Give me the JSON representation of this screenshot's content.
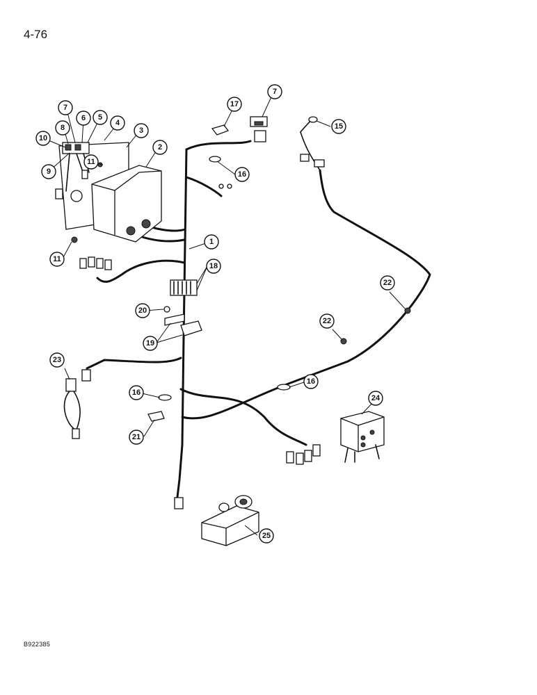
{
  "page": {
    "number": "4-76",
    "drawing_code": "B922385"
  },
  "callouts": [
    "1",
    "2",
    "3",
    "4",
    "5",
    "6",
    "7",
    "7",
    "8",
    "9",
    "10",
    "11",
    "11",
    "15",
    "16",
    "16",
    "16",
    "17",
    "18",
    "19",
    "20",
    "21",
    "22",
    "22",
    "23",
    "24",
    "25"
  ]
}
